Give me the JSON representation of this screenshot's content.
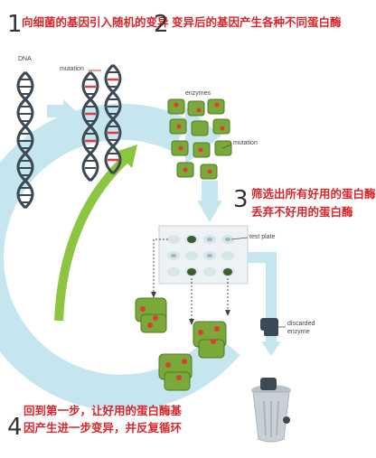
{
  "steps": [
    {
      "num": "1",
      "text": "向细菌的基因引入随机的变异"
    },
    {
      "num": "2",
      "text": "变异后的基因产生各种不同蛋白酶"
    },
    {
      "num": "3",
      "text_line1": "筛选出所有好用的蛋白酶,",
      "text_line2": "丢弃不好用的蛋白酶"
    },
    {
      "num": "4",
      "text_line1": "回到第一步，让好用的蛋白酶基",
      "text_line2": "因产生进一步变异，并反复循环"
    }
  ],
  "labels": {
    "dna": "DNA",
    "mutation_dna": "mutation",
    "enzymes": "enzymes",
    "mutation_enzymes": "mutation",
    "test_plate": "test plate",
    "discarded_line1": "discarded",
    "discarded_line2": "enzyme"
  },
  "colors": {
    "cycle_arrow": "#c5e5ef",
    "accent_red": "#d8262b",
    "dna_dark": "#3b4a55",
    "dna_mutation": "#e03a3a",
    "enzyme_green": "#7aa93a",
    "inner_arrow": "#8cc63f",
    "bin": "#c7d1d6"
  }
}
